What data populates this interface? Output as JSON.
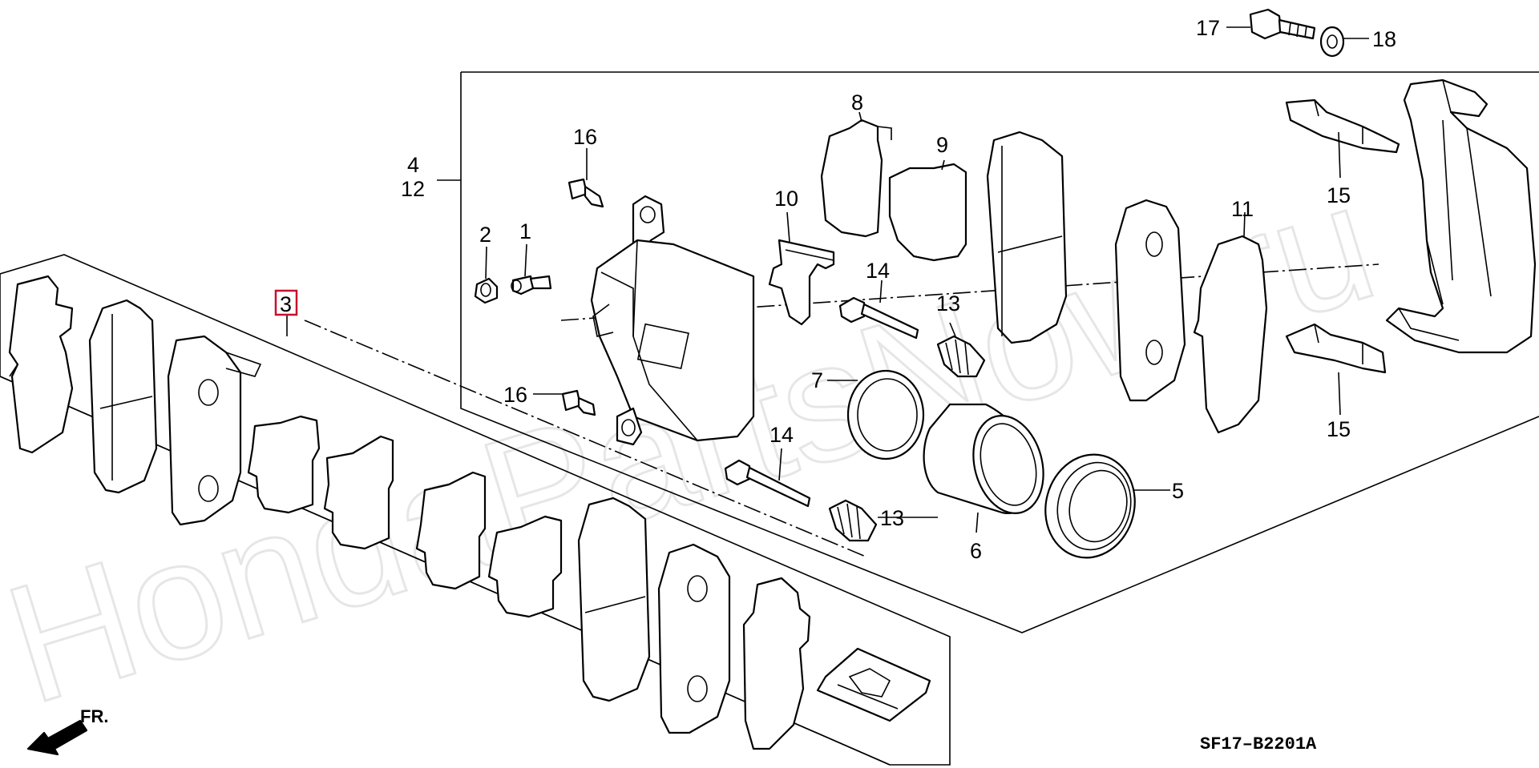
{
  "watermark": "HondaPartsNow.ru",
  "diagram_code": "SF17–B2201A",
  "direction_label": "FR.",
  "callouts": {
    "c1": "1",
    "c2": "2",
    "c3": "3",
    "c4": "4",
    "c5": "5",
    "c6": "6",
    "c7": "7",
    "c8": "8",
    "c9": "9",
    "c10": "10",
    "c11": "11",
    "c12": "12",
    "c13a": "13",
    "c13b": "13",
    "c14a": "14",
    "c14b": "14",
    "c15a": "15",
    "c15b": "15",
    "c16a": "16",
    "c16b": "16",
    "c17": "17",
    "c18": "18"
  },
  "colors": {
    "highlight": "#c8102e",
    "line": "#000000",
    "watermark": "#e6e6e6"
  }
}
